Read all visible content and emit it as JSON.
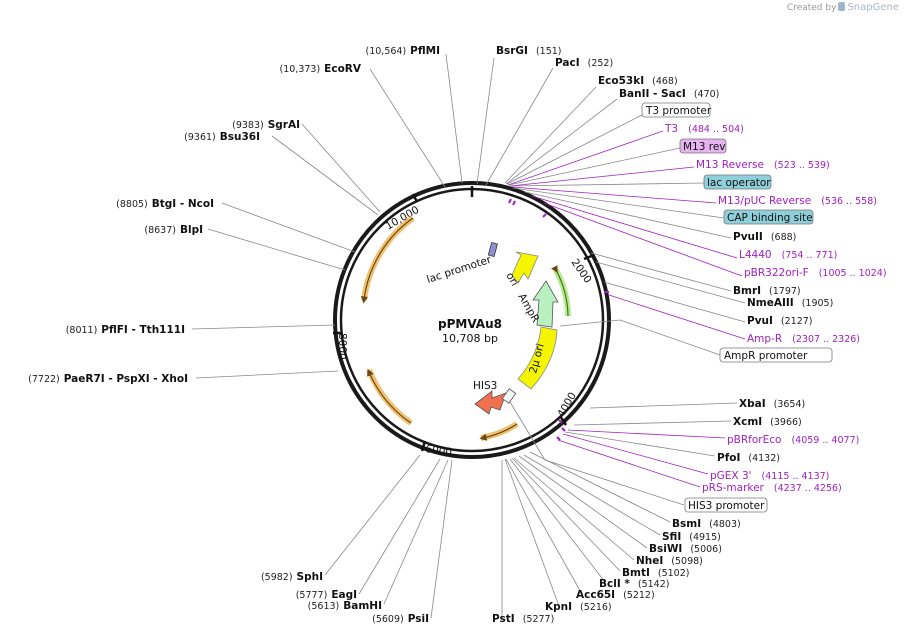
{
  "branding": {
    "prefix": "Created by",
    "name": "SnapGene"
  },
  "plasmid": {
    "name": "pPMVAu8",
    "length": "10,708 bp"
  },
  "ticks": [
    "2000",
    "4000",
    "6000",
    "8000",
    "10,000"
  ],
  "enzymes": [
    {
      "pos": "(151)",
      "name": "BsrGI"
    },
    {
      "pos": "(252)",
      "name": "PacI"
    },
    {
      "pos": "(468)",
      "name": "Eco53kI"
    },
    {
      "pos": "(470)",
      "name": "BanII - SacI"
    },
    {
      "pos": "(688)",
      "name": "PvuII"
    },
    {
      "pos": "(1797)",
      "name": "BmrI"
    },
    {
      "pos": "(1905)",
      "name": "NmeAIII"
    },
    {
      "pos": "(2127)",
      "name": "PvuI"
    },
    {
      "pos": "(3654)",
      "name": "XbaI"
    },
    {
      "pos": "(3966)",
      "name": "XcmI"
    },
    {
      "pos": "(4132)",
      "name": "PfoI"
    },
    {
      "pos": "(4803)",
      "name": "BsmI"
    },
    {
      "pos": "(4915)",
      "name": "SfiI"
    },
    {
      "pos": "(5006)",
      "name": "BsiWI"
    },
    {
      "pos": "(5098)",
      "name": "NheI"
    },
    {
      "pos": "(5102)",
      "name": "BmtI"
    },
    {
      "pos": "(5142)",
      "name": "BclI *"
    },
    {
      "pos": "(5212)",
      "name": "Acc65I"
    },
    {
      "pos": "(5216)",
      "name": "KpnI"
    },
    {
      "pos": "(5277)",
      "name": "PstI"
    },
    {
      "pos": "(5609)",
      "name": "PsiI"
    },
    {
      "pos": "(5613)",
      "name": "BamHI"
    },
    {
      "pos": "(5777)",
      "name": "EagI"
    },
    {
      "pos": "(5982)",
      "name": "SphI"
    },
    {
      "pos": "(7722)",
      "name": "PaeR7I - PspXI - XhoI"
    },
    {
      "pos": "(8011)",
      "name": "PflFI - Tth111I"
    },
    {
      "pos": "(8637)",
      "name": "BlpI"
    },
    {
      "pos": "(8805)",
      "name": "BtgI - NcoI"
    },
    {
      "pos": "(9361)",
      "name": "Bsu36I"
    },
    {
      "pos": "(9383)",
      "name": "SgrAI"
    },
    {
      "pos": "(10,373)",
      "name": "EcoRV"
    },
    {
      "pos": "(10,564)",
      "name": "PflMI"
    }
  ],
  "primers": [
    {
      "name": "T3",
      "range": "(484 .. 504)"
    },
    {
      "name": "M13 Reverse",
      "range": "(523 .. 539)"
    },
    {
      "name": "M13/pUC Reverse",
      "range": "(536 .. 558)"
    },
    {
      "name": "L4440",
      "range": "(754 .. 771)"
    },
    {
      "name": "pBR322ori-F",
      "range": "(1005 .. 1024)"
    },
    {
      "name": "Amp-R",
      "range": "(2307 .. 2326)"
    },
    {
      "name": "pBRforEco",
      "range": "(4059 .. 4077)"
    },
    {
      "name": "pGEX 3'",
      "range": "(4115 .. 4137)"
    },
    {
      "name": "pRS-marker",
      "range": "(4237 .. 4256)"
    }
  ],
  "boxes": [
    {
      "name": "T3 promoter",
      "style": "plain"
    },
    {
      "name": "M13 rev",
      "style": "purple"
    },
    {
      "name": "lac operator",
      "style": "teal"
    },
    {
      "name": "CAP binding site",
      "style": "teal"
    },
    {
      "name": "AmpR promoter",
      "style": "plain"
    },
    {
      "name": "HIS3 promoter",
      "style": "plain"
    }
  ],
  "features": [
    "lac promoter",
    "ori",
    "AmpR",
    "2µ ori",
    "HIS3"
  ],
  "colors": {
    "backbone": "#1a1a1a",
    "primer": "#a020c0",
    "ori": "#f5f500",
    "ampr": "#b8f0c0",
    "his3": "#f07050",
    "orf": "#f0a830",
    "teal": "#8ecfd9",
    "purplebox": "#e6b3f0"
  }
}
